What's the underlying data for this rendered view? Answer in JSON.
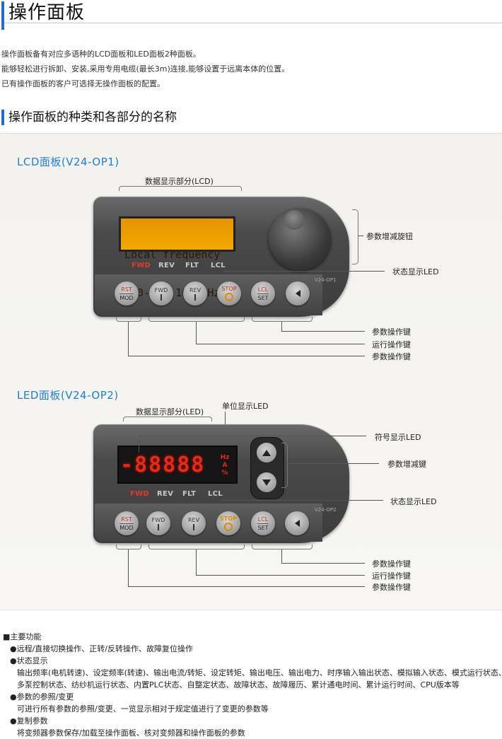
{
  "page": {
    "title": "操作面板",
    "intro": [
      "操作面板备有对应多语种的LCD面板和LED面板2种面板。",
      "能够轻松进行拆卸、安装,采用专用电缆(最长3m)连接,能够设置于远离本体的位置。",
      "已有操作面板的客户可选择无操作面板的配置。"
    ],
    "section_title": "操作面板的种类和各部分的名称"
  },
  "lcd_panel": {
    "title": "LCD面板(V24-OP1)",
    "display_label": "数据显示部分(LCD)",
    "lcd_line1": "Local frequency",
    "lcd_line2": "A00-0:  10.00Hz",
    "status_leds": [
      "FWD",
      "REV",
      "FLT",
      "LCL"
    ],
    "model_tag": "V24-OP1",
    "callouts": {
      "knob": "参数增减旋钮",
      "status": "状态显示LED",
      "param_keys_1": "参数操作键",
      "run_keys": "运行操作键",
      "param_keys_2": "参数操作键"
    }
  },
  "led_panel": {
    "title": "LED面板(V24-OP2)",
    "display_label": "数据显示部分(LED)",
    "unit_led_label": "单位显示LED",
    "segments": "-88888",
    "units": [
      "Hz",
      "A",
      "%"
    ],
    "status_leds": [
      "FWD",
      "REV",
      "FLT",
      "LCL"
    ],
    "model_tag": "V24-OP2",
    "callouts": {
      "sign": "符号显示LED",
      "updown": "参数增减键",
      "status": "状态显示LED",
      "param_keys_1": "参数操作键",
      "run_keys": "运行操作键",
      "param_keys_2": "参数操作键"
    }
  },
  "buttons": {
    "rst_top": "RST",
    "rst_bottom": "MOD",
    "fwd": "FWD",
    "rev": "REV",
    "stop": "STOP",
    "lcl_top": "LCL",
    "lcl_bottom": "SET"
  },
  "features": {
    "heading": "■主要功能",
    "items": [
      {
        "head": "●远程/直接切换操作、正转/反转操作、故障复位操作",
        "lines": []
      },
      {
        "head": "●状态显示",
        "lines": [
          "输出频率(电机转速)、设定频率(转速)、输出电流/转矩、设定转矩、输出电压、输出电力、时序输入输出状态、模拟输入状态、模式运行状态、",
          "多泵控制状态、纺纱机运行状态、内置PLC状态、自整定状态、故障状态、故障履历、累计通电时间、累计运行时间、CPU版本等"
        ]
      },
      {
        "head": "●参数的参照/变更",
        "lines": [
          "可进行所有参数的参照/变更、一览显示相对于规定值进行了变更的参数等"
        ]
      },
      {
        "head": "●复制参数",
        "lines": [
          "将变频器参数保存/加载至操作面板、核对变频器和操作面板的参数"
        ]
      }
    ]
  }
}
